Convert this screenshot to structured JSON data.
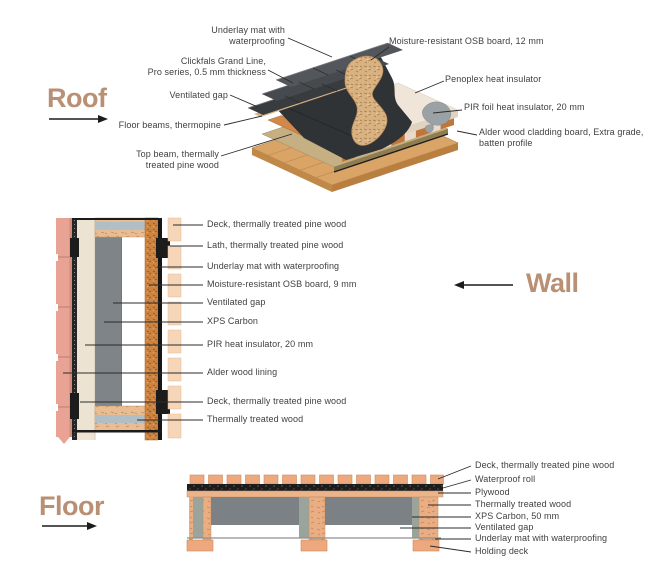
{
  "sections": {
    "roof": {
      "title": "Roof",
      "arrow_direction": "right",
      "labels_left": [
        "Underlay mat with\nwaterproofing",
        "Clickfals Grand Line,\nPro series, 0.5 mm thickness",
        "Ventilated gap",
        "Floor beams, thermopine",
        "Top beam, thermally\ntreated pine wood"
      ],
      "labels_right": [
        "Moisture-resistant OSB board, 12 mm",
        "Penoplex heat insulator",
        "PIR foil heat insulator, 20 mm",
        "Alder wood cladding board, Extra grade,\nbatten profile"
      ]
    },
    "wall": {
      "title": "Wall",
      "arrow_direction": "left",
      "labels": [
        "Deck, thermally treated pine wood",
        "Lath, thermally treated pine wood",
        "Underlay mat with waterproofing",
        "Moisture-resistant OSB board, 9 mm",
        "Ventilated gap",
        "XPS Carbon",
        "PIR heat insulator, 20 mm",
        "Alder wood lining",
        "Deck, thermally treated pine wood",
        "Thermally treated wood"
      ]
    },
    "floor": {
      "title": "Floor",
      "arrow_direction": "right",
      "labels": [
        "Deck, thermally treated pine wood",
        "Waterproof roll",
        "Plywood",
        "Thermally treated wood",
        "XPS Carbon, 50 mm",
        "Ventilated gap",
        "Underlay mat with waterproofing",
        "Holding deck"
      ]
    }
  },
  "colors": {
    "title_accent": "#b99073",
    "label_text": "#3f3f3f",
    "leader_line": "#2b2b2b",
    "wood_orange": "#d0894b",
    "osb": "#cd8440",
    "xps_gray": "#7e8487",
    "insulation_cream": "#ece3d3",
    "alder_pink": "#e8a394",
    "metal_dark": "#3c3f42"
  }
}
